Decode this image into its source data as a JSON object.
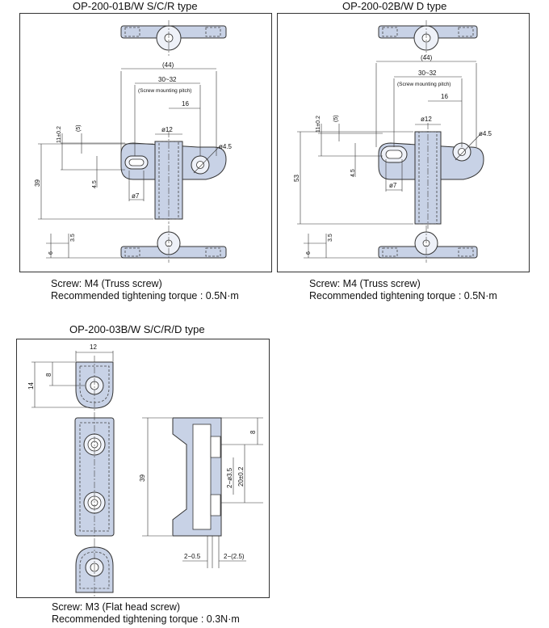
{
  "panel1": {
    "title": "OP-200-01B/W  S/C/R type",
    "dims": {
      "overall": "(44)",
      "pitch": "30~32",
      "pitch_note": "(Screw mounting pitch)",
      "half": "16",
      "boss": "ø12",
      "hole_small": "ø4.5",
      "slot": "ø7",
      "height": "39",
      "tol11": "11±0.2",
      "d5": "(5)",
      "d45": "4.5",
      "d35": "3.5",
      "d6": "6"
    },
    "screw": "Screw: M4 (Truss screw)",
    "torque": "Recommended tightening torque : 0.5N·m"
  },
  "panel2": {
    "title": "OP-200-02B/W  D type",
    "dims": {
      "overall": "(44)",
      "pitch": "30~32",
      "pitch_note": "(Screw mounting pitch)",
      "half": "16",
      "boss": "ø12",
      "hole_small": "ø4.5",
      "slot": "ø7",
      "height": "53",
      "tol11": "11±0.2",
      "d5": "(5)",
      "d45": "4.5",
      "d35": "3.5",
      "d6": "6"
    },
    "screw": "Screw: M4 (Truss screw)",
    "torque": "Recommended tightening torque : 0.5N·m"
  },
  "panel3": {
    "title": "OP-200-03B/W  S/C/R/D type",
    "dims": {
      "width": "12",
      "h14": "14",
      "h8": "8",
      "height": "39",
      "r8": "8",
      "cbore": "2−ø3.5",
      "pitch20": "20±0.2",
      "d05": "2−0.5",
      "d25": "2−(2.5)"
    },
    "screw": "Screw: M3 (Flat head screw)",
    "torque": "Recommended tightening torque : 0.3N·m"
  },
  "colors": {
    "part_fill": "#c8d2e6",
    "line": "#333333"
  }
}
